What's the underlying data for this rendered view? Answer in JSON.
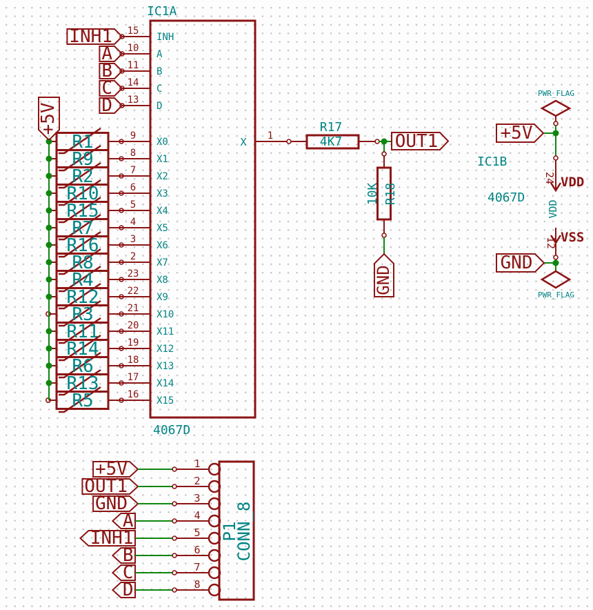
{
  "app": "schematic-editor-canvas",
  "colors": {
    "symbol_red": "#8c1414",
    "annotation_teal": "#008484",
    "wire_green": "#0e860e",
    "grid_dot": "#c3c3c3",
    "background": "#fdfdfd"
  },
  "mux": {
    "ref": "IC1A",
    "value": "4067D",
    "control_pins": [
      {
        "num": "15",
        "name": "INH",
        "label": "INH1"
      },
      {
        "num": "10",
        "name": "A",
        "label": "A"
      },
      {
        "num": "11",
        "name": "B",
        "label": "B"
      },
      {
        "num": "14",
        "name": "C",
        "label": "C"
      },
      {
        "num": "13",
        "name": "D",
        "label": "D"
      }
    ],
    "channel_pins": [
      {
        "num": "9",
        "name": "X0",
        "resistor": "R1",
        "junction": "dot"
      },
      {
        "num": "8",
        "name": "X1",
        "resistor": "R9",
        "junction": "dot"
      },
      {
        "num": "7",
        "name": "X2",
        "resistor": "R2",
        "junction": "dot"
      },
      {
        "num": "6",
        "name": "X3",
        "resistor": "R10",
        "junction": "dot"
      },
      {
        "num": "5",
        "name": "X4",
        "resistor": "R15",
        "junction": "dot"
      },
      {
        "num": "4",
        "name": "X5",
        "resistor": "R7",
        "junction": "dot"
      },
      {
        "num": "3",
        "name": "X6",
        "resistor": "R16",
        "junction": "dot"
      },
      {
        "num": "2",
        "name": "X7",
        "resistor": "R8",
        "junction": "dot"
      },
      {
        "num": "23",
        "name": "X8",
        "resistor": "R4",
        "junction": "dot"
      },
      {
        "num": "22",
        "name": "X9",
        "resistor": "R12",
        "junction": "dot"
      },
      {
        "num": "21",
        "name": "X10",
        "resistor": "R3",
        "junction": "open"
      },
      {
        "num": "20",
        "name": "X11",
        "resistor": "R11",
        "junction": "dot"
      },
      {
        "num": "19",
        "name": "X12",
        "resistor": "R14",
        "junction": "dot"
      },
      {
        "num": "18",
        "name": "X13",
        "resistor": "R6",
        "junction": "dot"
      },
      {
        "num": "17",
        "name": "X14",
        "resistor": "R13",
        "junction": "dot"
      },
      {
        "num": "16",
        "name": "X15",
        "resistor": "R5",
        "junction": "open"
      }
    ],
    "output_pin": {
      "num": "1",
      "name": "X"
    }
  },
  "supply_rail_label": "+5V",
  "output_resistor": {
    "ref": "R17",
    "value": "4K7"
  },
  "pulldown_resistor": {
    "ref": "R18",
    "value": "10K"
  },
  "output_label": "OUT1",
  "pulldown_gnd_label": "GND",
  "power_unit": {
    "ref": "IC1B",
    "value": "4067D",
    "pwr_flag_top": "PWR_FLAG",
    "pwr_flag_bottom": "PWR_FLAG",
    "plus5_label": "+5V",
    "gnd_label": "GND",
    "vdd": {
      "num": "24",
      "symbol": "VDD",
      "pin_name": "VDD"
    },
    "vss": {
      "num": "12",
      "symbol": "VSS"
    }
  },
  "connector": {
    "ref": "P1",
    "value": "CONN_8",
    "pins": [
      {
        "num": "1",
        "label": "+5V",
        "label_dir": "right"
      },
      {
        "num": "2",
        "label": "OUT1",
        "label_dir": "right"
      },
      {
        "num": "3",
        "label": "GND",
        "label_dir": "right"
      },
      {
        "num": "4",
        "label": "A",
        "label_dir": "left"
      },
      {
        "num": "5",
        "label": "INH1",
        "label_dir": "left"
      },
      {
        "num": "6",
        "label": "B",
        "label_dir": "left"
      },
      {
        "num": "7",
        "label": "C",
        "label_dir": "left"
      },
      {
        "num": "8",
        "label": "D",
        "label_dir": "left"
      }
    ]
  }
}
